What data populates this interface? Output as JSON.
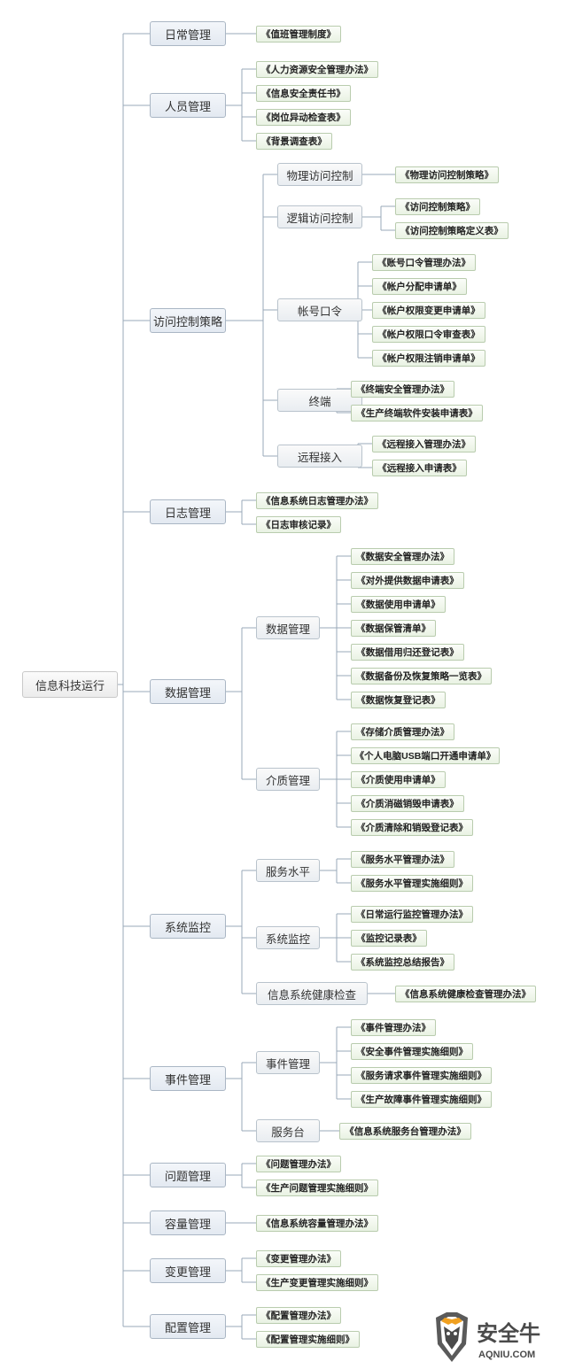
{
  "root": {
    "label": "信息科技运行"
  },
  "groups": {
    "daily": {
      "label": "日常管理",
      "docs": [
        "《值班管理制度》"
      ]
    },
    "personnel": {
      "label": "人员管理",
      "docs": [
        "《人力资源安全管理办法》",
        "《信息安全责任书》",
        "《岗位异动检查表》",
        "《背景调查表》"
      ]
    },
    "access": {
      "label": "访问控制策略",
      "physical": {
        "label": "物理访问控制",
        "docs": [
          "《物理访问控制策略》"
        ]
      },
      "logical": {
        "label": "逻辑访问控制",
        "docs": [
          "《访问控制策略》",
          "《访问控制策略定义表》"
        ]
      },
      "account": {
        "label": "帐号口令",
        "docs": [
          "《账号口令管理办法》",
          "《帐户分配申请单》",
          "《帐户权限变更申请单》",
          "《帐户权限口令审查表》",
          "《帐户权限注销申请单》"
        ]
      },
      "terminal": {
        "label": "终端",
        "docs": [
          "《终端安全管理办法》",
          "《生产终端软件安装申请表》"
        ]
      },
      "remote": {
        "label": "远程接入",
        "docs": [
          "《远程接入管理办法》",
          "《远程接入申请表》"
        ]
      }
    },
    "log": {
      "label": "日志管理",
      "docs": [
        "《信息系统日志管理办法》",
        "《日志审核记录》"
      ]
    },
    "data": {
      "label": "数据管理",
      "datamgmt": {
        "label": "数据管理",
        "docs": [
          "《数据安全管理办法》",
          "《对外提供数据申请表》",
          "《数据使用申请单》",
          "《数据保管清单》",
          "《数据借用归还登记表》",
          "《数据备份及恢复策略一览表》",
          "《数据恢复登记表》"
        ]
      },
      "media": {
        "label": "介质管理",
        "docs": [
          "《存储介质管理办法》",
          "《个人电脑USB端口开通申请单》",
          "《介质使用申请单》",
          "《介质消磁销毁申请表》",
          "《介质清除和销毁登记表》"
        ]
      }
    },
    "monitor": {
      "label": "系统监控",
      "service_level": {
        "label": "服务水平",
        "docs": [
          "《服务水平管理办法》",
          "《服务水平管理实施细则》"
        ]
      },
      "sysmon": {
        "label": "系统监控",
        "docs": [
          "《日常运行监控管理办法》",
          "《监控记录表》",
          "《系统监控总结报告》"
        ]
      },
      "health": {
        "label": "信息系统健康检查",
        "docs": [
          "《信息系统健康检查管理办法》"
        ]
      }
    },
    "incident": {
      "label": "事件管理",
      "eventmgmt": {
        "label": "事件管理",
        "docs": [
          "《事件管理办法》",
          "《安全事件管理实施细则》",
          "《服务请求事件管理实施细则》",
          "《生产故障事件管理实施细则》"
        ]
      },
      "servicedesk": {
        "label": "服务台",
        "docs": [
          "《信息系统服务台管理办法》"
        ]
      }
    },
    "problem": {
      "label": "问题管理",
      "docs": [
        "《问题管理办法》",
        "《生产问题管理实施细则》"
      ]
    },
    "capacity": {
      "label": "容量管理",
      "docs": [
        "《信息系统容量管理办法》"
      ]
    },
    "change": {
      "label": "变更管理",
      "docs": [
        "《变更管理办法》",
        "《生产变更管理实施细则》"
      ]
    },
    "config": {
      "label": "配置管理",
      "docs": [
        "《配置管理办法》",
        "《配置管理实施细则》"
      ]
    }
  },
  "watermark": {
    "brand": "安全牛",
    "url": "AQNIU.COM"
  },
  "colors": {
    "connector": "#9aa9b8",
    "main_border": "#aab6c4",
    "leaf_border": "#b9ccae"
  }
}
